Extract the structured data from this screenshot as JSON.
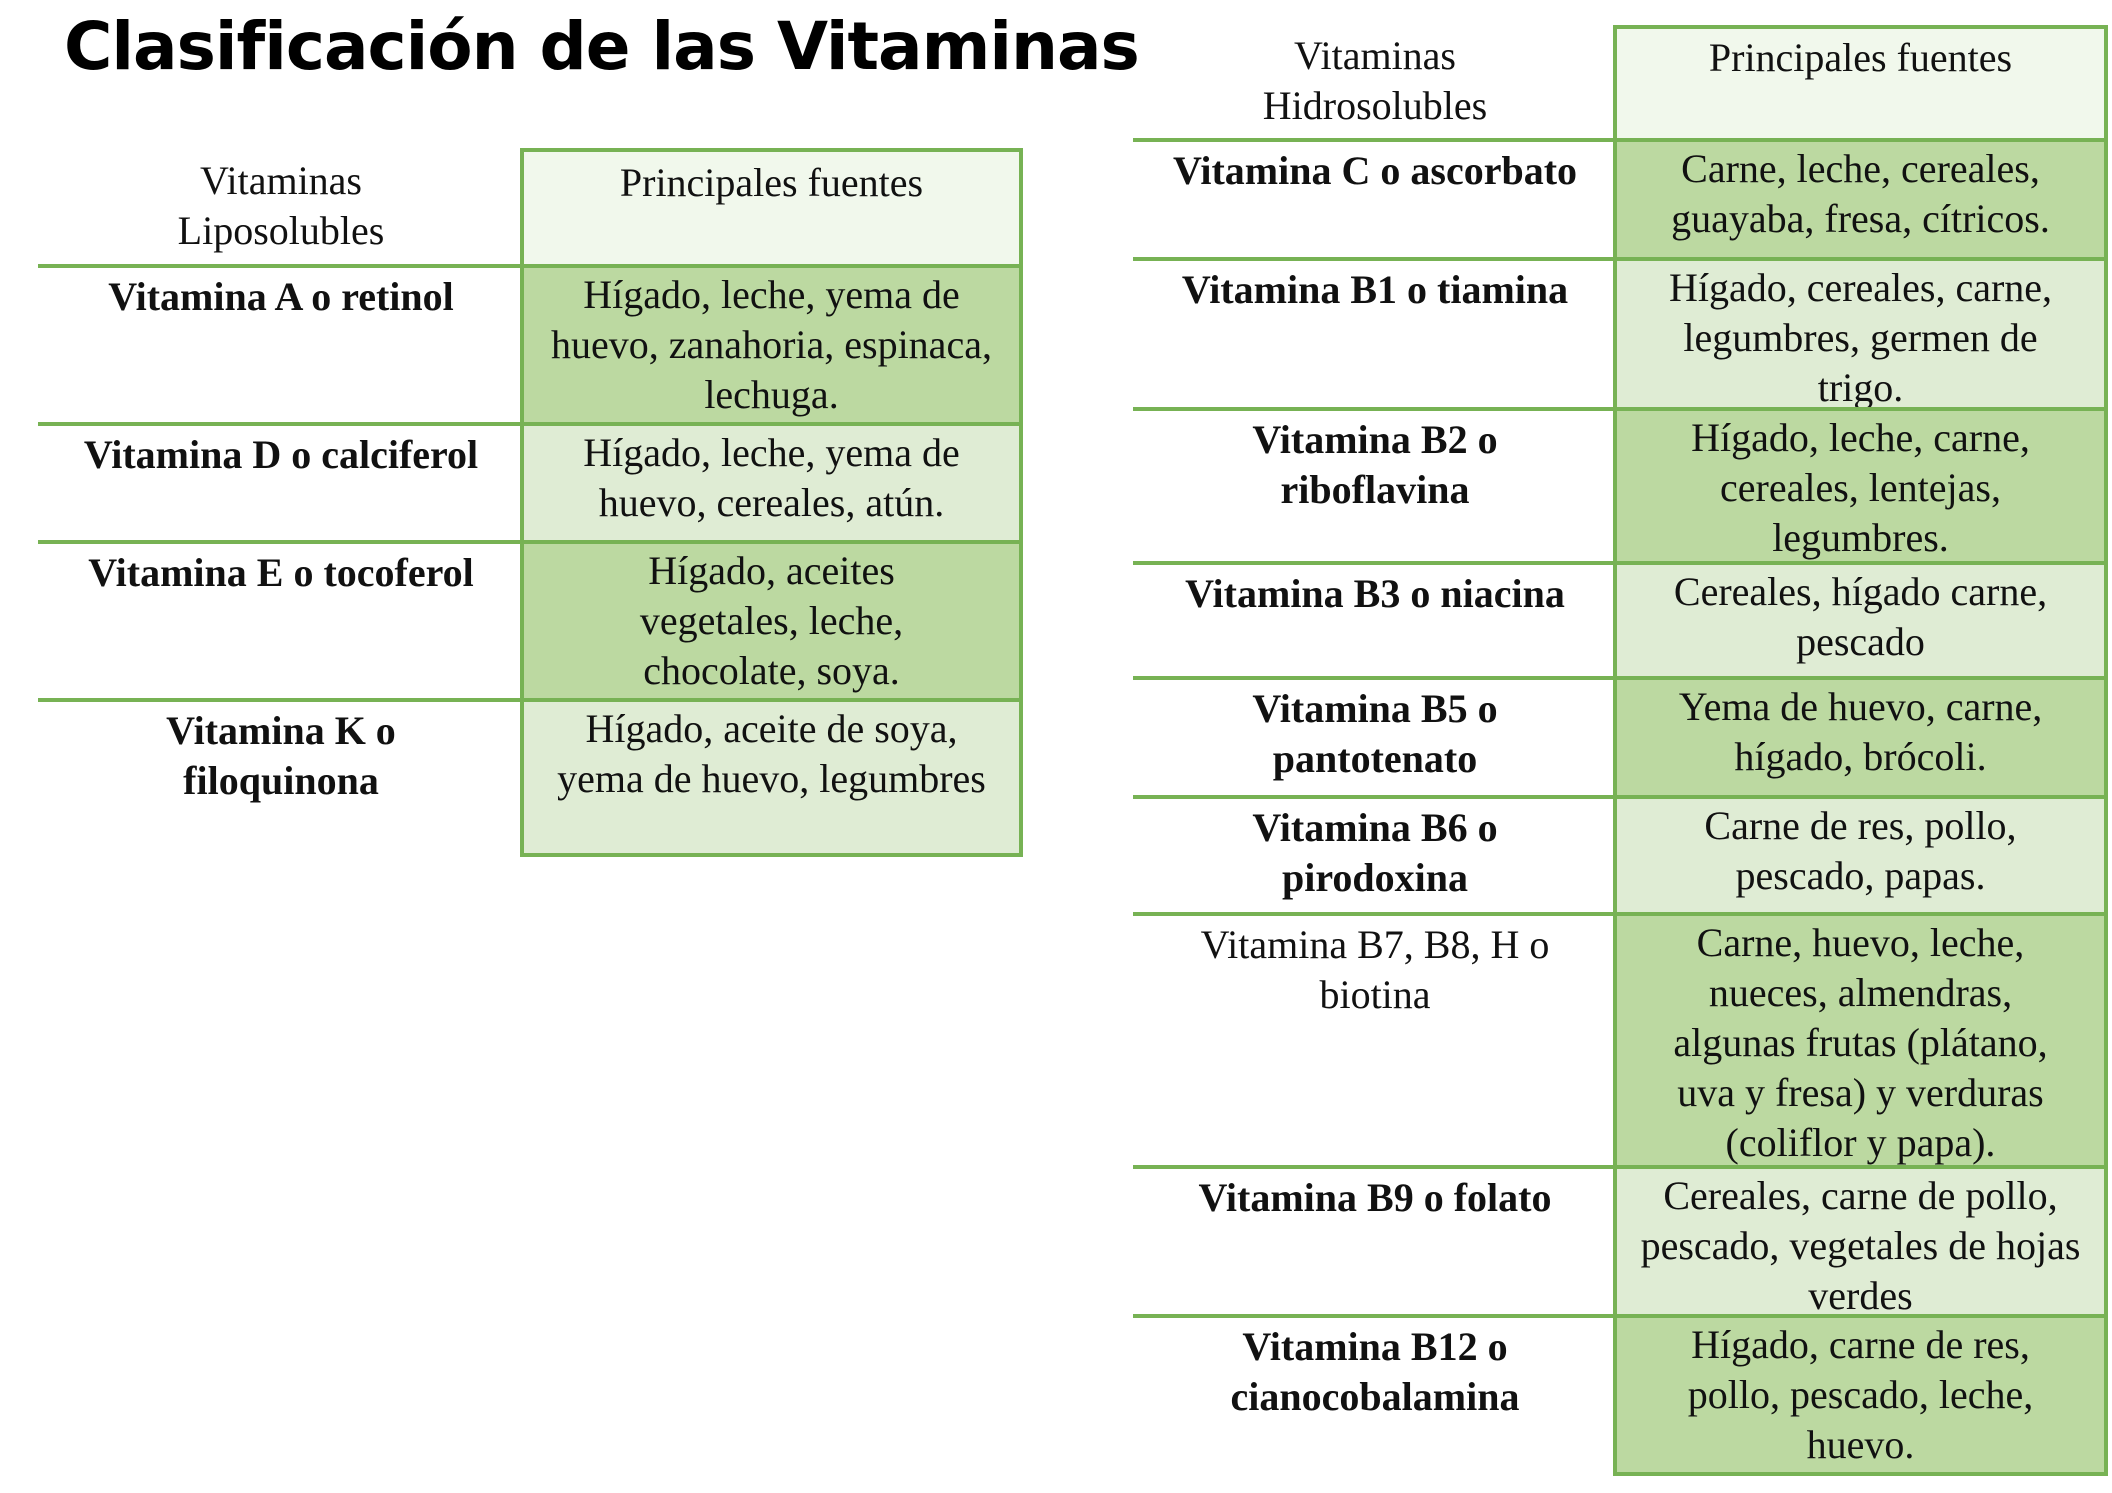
{
  "title": "Clasificación de las Vitaminas",
  "liposolubles": {
    "header_left": "Vitaminas Liposolubles",
    "header_right": "Principales fuentes",
    "rows": [
      {
        "name": "Vitamina A o retinol",
        "sources": "Hígado, leche, yema de huevo, zanahoria, espinaca, lechuga."
      },
      {
        "name": "Vitamina D o calciferol",
        "sources": "Hígado, leche, yema de huevo, cereales, atún."
      },
      {
        "name": "Vitamina E o tocoferol",
        "sources": "Hígado, aceites vegetales, leche, chocolate, soya."
      },
      {
        "name": "Vitamina K o filoquinona",
        "sources": "Hígado, aceite de soya, yema de huevo, legumbres"
      }
    ]
  },
  "hidrosolubles": {
    "header_left": "Vitaminas Hidrosolubles",
    "header_right": "Principales fuentes",
    "rows": [
      {
        "name": "Vitamina C o ascorbato",
        "sources": "Carne, leche, cereales, guayaba, fresa, cítricos."
      },
      {
        "name": "Vitamina B1 o tiamina",
        "sources": "Hígado, cereales, carne, legumbres, germen de trigo."
      },
      {
        "name": "Vitamina B2 o riboflavina",
        "sources": "Hígado, leche, carne, cereales, lentejas, legumbres."
      },
      {
        "name": "Vitamina B3 o niacina",
        "sources": "Cereales, hígado carne, pescado"
      },
      {
        "name": "Vitamina B5 o pantotenato",
        "sources": "Yema de huevo, carne, hígado, brócoli."
      },
      {
        "name": "Vitamina B6 o pirodoxina",
        "sources": "Carne de res, pollo, pescado, papas."
      },
      {
        "name": "Vitamina B7, B8, H o biotina",
        "sources": "Carne, huevo, leche, nueces, almendras, algunas frutas (plátano, uva y fresa) y verduras (coliflor y papa)."
      },
      {
        "name": "Vitamina B9 o folato",
        "sources": "Cereales, carne de pollo, pescado, vegetales de hojas verdes"
      },
      {
        "name": "Vitamina B12 o cianocobalamina",
        "sources": "Hígado, carne de res, pollo, pescado, leche, huevo."
      }
    ]
  },
  "colors": {
    "border": "#77b254",
    "cell_dark": "#bcd9a1",
    "cell_light": "#dfecd4",
    "header_cell": "#f1f8ec"
  }
}
